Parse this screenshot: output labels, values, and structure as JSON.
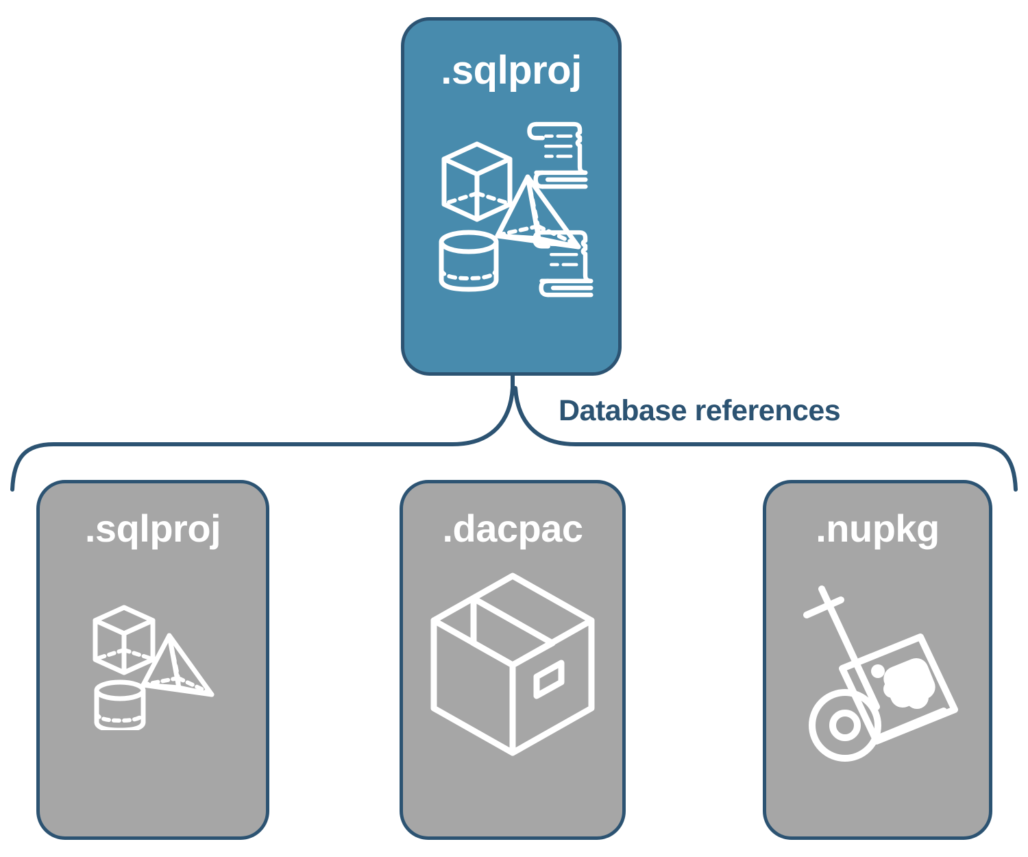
{
  "diagram": {
    "title_text": "Database references",
    "colors": {
      "accent_teal": "#488BAD",
      "card_gray": "#A6A6A6",
      "outline_navy": "#2C5372",
      "icon_white": "#FFFFFF",
      "background": "#FFFFFF"
    }
  },
  "root_node": {
    "label": ".sqlproj",
    "fill": "#488BAD",
    "icons": [
      "cube-wireframe-icon",
      "pyramid-wireframe-icon",
      "cylinder-wireframe-icon",
      "scroll-script-icon",
      "scroll-script-icon"
    ]
  },
  "connector": {
    "label": "Database references",
    "style": "curly-brace",
    "color": "#2C5372"
  },
  "reference_nodes": [
    {
      "label": ".sqlproj",
      "fill": "#A6A6A6",
      "icons": [
        "cube-wireframe-icon",
        "pyramid-wireframe-icon",
        "cylinder-wireframe-icon"
      ]
    },
    {
      "label": ".dacpac",
      "fill": "#A6A6A6",
      "icons": [
        "package-box-icon"
      ]
    },
    {
      "label": ".nupkg",
      "fill": "#A6A6A6",
      "icons": [
        "hand-truck-package-icon"
      ]
    }
  ]
}
